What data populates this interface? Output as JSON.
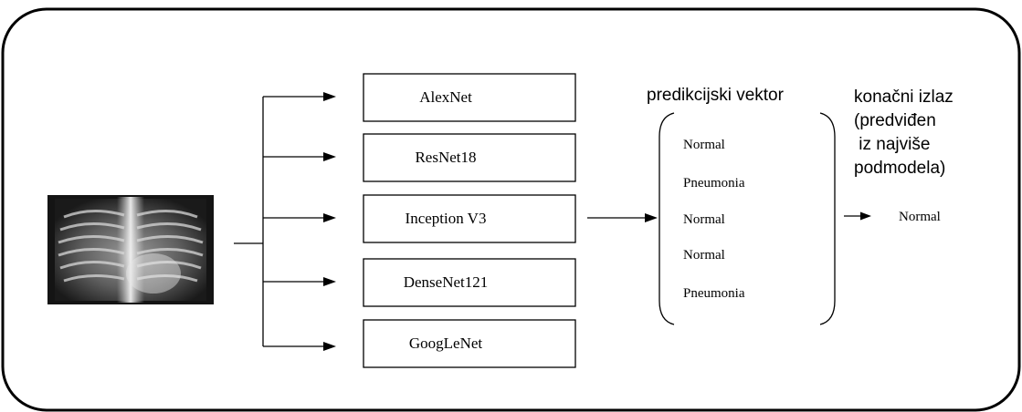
{
  "models": [
    {
      "label": "AlexNet"
    },
    {
      "label": "ResNet18"
    },
    {
      "label": "Inception V3"
    },
    {
      "label": "DenseNet121"
    },
    {
      "label": "GoogLeNet"
    }
  ],
  "prediction_vector": {
    "title": "predikcijski vektor",
    "items": [
      "Normal",
      "Pneumonia",
      "Normal",
      "Normal",
      "Pneumonia"
    ]
  },
  "final_output": {
    "caption_lines": [
      "konačni izlaz",
      "(predviđen",
      " iz najviše",
      "podmodela)"
    ],
    "value": "Normal"
  },
  "input_image": {
    "description_icon": "chest-xray-image"
  }
}
